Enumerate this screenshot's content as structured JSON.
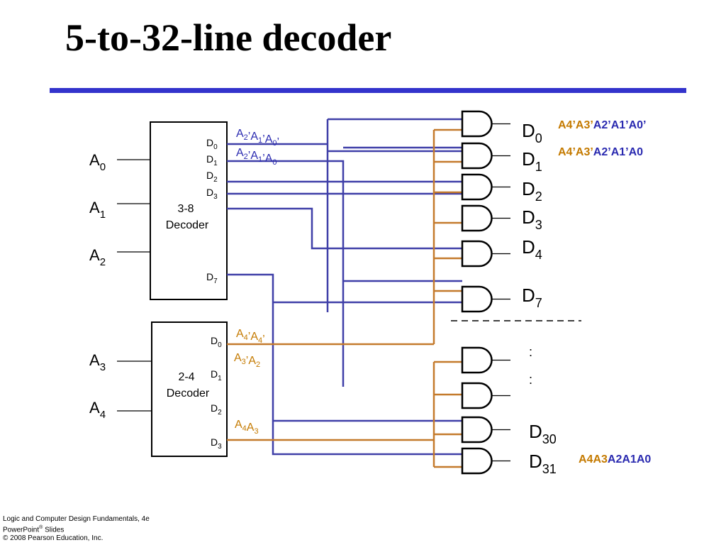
{
  "title": "5-to-32-line decoder",
  "colors": {
    "rule": "#3333cc",
    "blue_wire": "#3f3fa8",
    "orange_wire": "#c47a2c",
    "expr_orange": "#c47a00",
    "expr_blue": "#2a2ab0"
  },
  "decoder_3_8": {
    "label_top": "3-8",
    "label_bottom": "Decoder",
    "inputs": [
      {
        "base": "A",
        "sub": "0"
      },
      {
        "base": "A",
        "sub": "1"
      },
      {
        "base": "A",
        "sub": "2"
      }
    ],
    "outputs": [
      {
        "base": "D",
        "sub": "0"
      },
      {
        "base": "D",
        "sub": "1"
      },
      {
        "base": "D",
        "sub": "2"
      },
      {
        "base": "D",
        "sub": "3"
      },
      {
        "base": "D",
        "sub": "7"
      }
    ]
  },
  "decoder_2_4": {
    "label_top": "2-4",
    "label_bottom": "Decoder",
    "inputs": [
      {
        "base": "A",
        "sub": "3"
      },
      {
        "base": "A",
        "sub": "4"
      }
    ],
    "outputs": [
      {
        "base": "D",
        "sub": "0"
      },
      {
        "base": "D",
        "sub": "1"
      },
      {
        "base": "D",
        "sub": "2"
      },
      {
        "base": "D",
        "sub": "3"
      }
    ]
  },
  "wire_labels_blue": [
    [
      {
        "t": "A",
        "s": "2"
      },
      {
        "t": "’A",
        "s": "1"
      },
      {
        "t": "’A",
        "s": "0"
      },
      {
        "t": "’"
      }
    ],
    [
      {
        "t": "A",
        "s": "2"
      },
      {
        "t": "’A",
        "s": "1"
      },
      {
        "t": "’A",
        "s": "0"
      }
    ]
  ],
  "wire_labels_orange": [
    [
      {
        "t": "A",
        "s": "4"
      },
      {
        "t": "’A",
        "s": "4"
      },
      {
        "t": "’"
      }
    ],
    [
      {
        "t": "A",
        "s": "3"
      },
      {
        "t": "’A",
        "s": "2"
      }
    ],
    [
      {
        "t": "A",
        "s": "4"
      },
      {
        "t": "A",
        "s": "3"
      }
    ]
  ],
  "gate_outputs": [
    {
      "base": "D",
      "sub": "0"
    },
    {
      "base": "D",
      "sub": "1"
    },
    {
      "base": "D",
      "sub": "2"
    },
    {
      "base": "D",
      "sub": "3"
    },
    {
      "base": "D",
      "sub": "4"
    },
    {
      "base": "D",
      "sub": "7"
    },
    {
      "base": "D",
      "sub": "30"
    },
    {
      "base": "D",
      "sub": "31"
    }
  ],
  "ellipsis_marks": [
    ":",
    ":"
  ],
  "expressions": [
    {
      "orange": "A4’A3’",
      "blue": "A2’A1’A0’"
    },
    {
      "orange": "A4’A3’",
      "blue": "A2’A1’A0"
    },
    {
      "orange": "A4A3",
      "blue": "A2A1A0"
    }
  ],
  "footer": {
    "line1": "Logic and Computer Design Fundamentals, 4e",
    "line2_pre": "PowerPoint",
    "line2_sup": "®",
    "line2_post": " Slides",
    "line3": "© 2008 Pearson Education, Inc."
  }
}
